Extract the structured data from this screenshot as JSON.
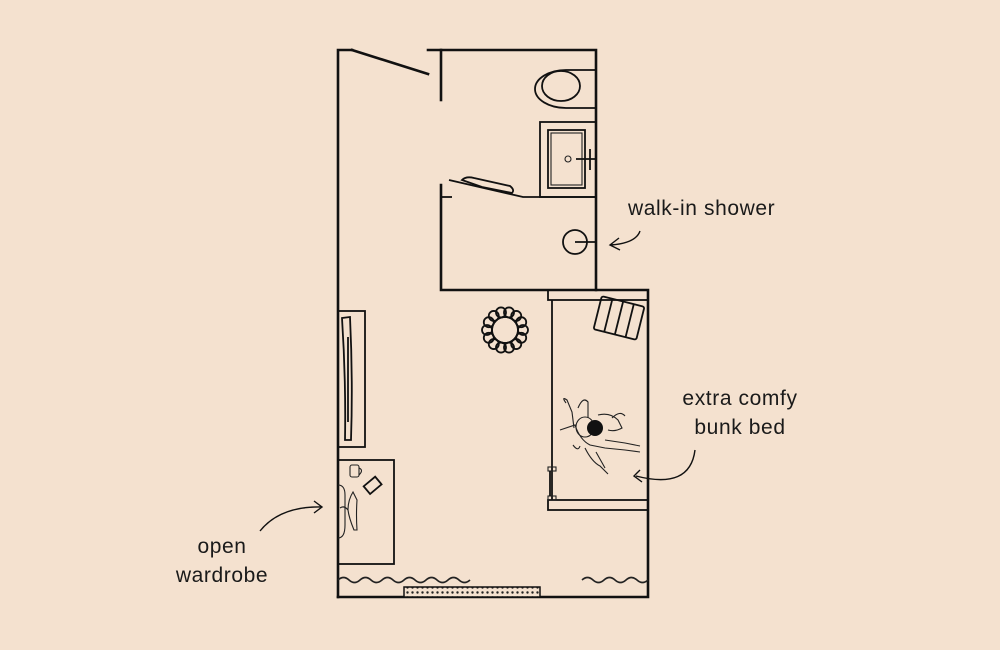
{
  "labels": {
    "shower": "walk-in shower",
    "bed_line1": "extra comfy",
    "bed_line2": "bunk bed",
    "wardrobe_line1": "open",
    "wardrobe_line2": "wardrobe"
  },
  "colors": {
    "background": "#f4e1cf",
    "line": "#111111"
  }
}
